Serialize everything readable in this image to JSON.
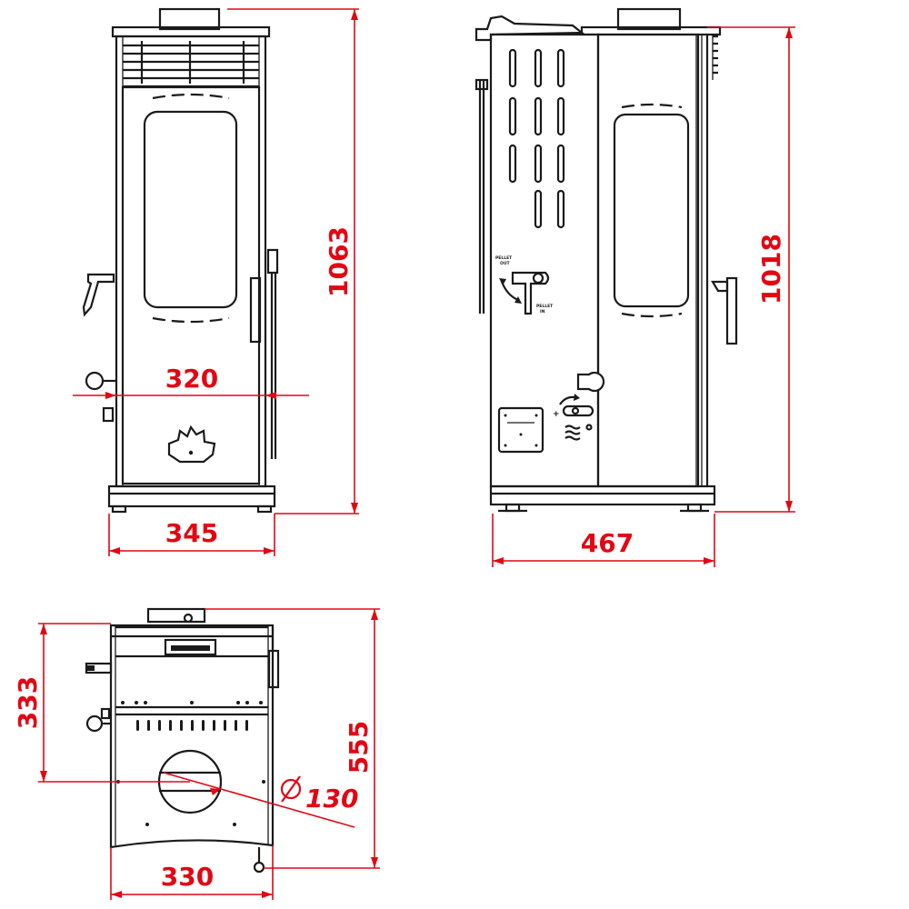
{
  "colors": {
    "dimension": "#e30613",
    "line": "#1a1a1a",
    "background": "#ffffff"
  },
  "front_view": {
    "dimensions": {
      "height": "1063",
      "inner_width": "320",
      "base_width": "345"
    }
  },
  "side_view": {
    "labels": {
      "pellet_text_1": "PELLET",
      "pellet_text_2": "OUT",
      "pellet_text_3": "PELLET",
      "pellet_text_4": "IN"
    },
    "dimensions": {
      "height": "1018",
      "depth": "467"
    }
  },
  "top_view": {
    "dimensions": {
      "depth_to_flue": "333",
      "total_depth": "555",
      "flue_diameter": "130",
      "width": "330"
    },
    "icons": {
      "diameter": "diameter-icon"
    }
  }
}
